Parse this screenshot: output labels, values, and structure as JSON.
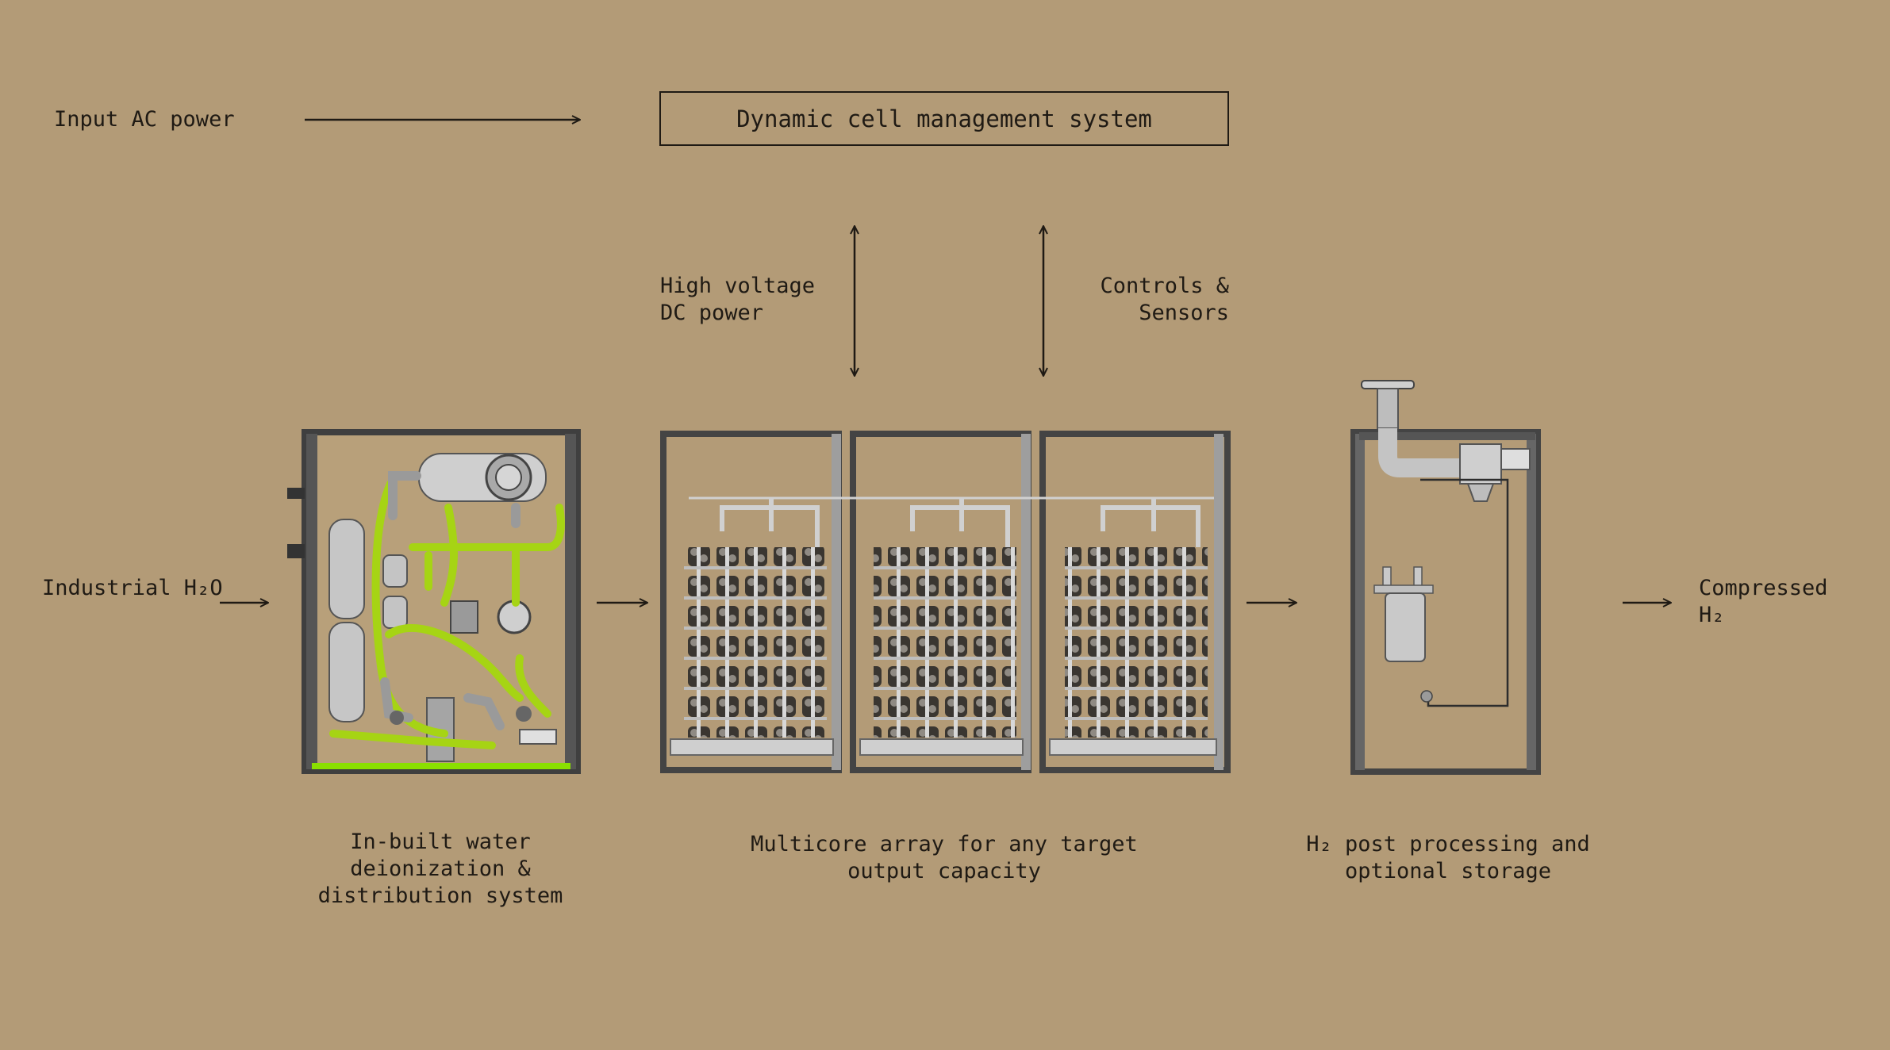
{
  "inputs": {
    "ac_power": "Input AC power",
    "water": "Industrial H₂O"
  },
  "control_box": {
    "title": "Dynamic cell management system"
  },
  "links": {
    "power": "High voltage\nDC power",
    "controls": "Controls &\nSensors"
  },
  "stages": {
    "deionization": "In-built water\ndeionization &\ndistribution system",
    "multicore": "Multicore array for any target\noutput capacity",
    "post_processing": "H₂ post processing and\noptional storage"
  },
  "output": {
    "label": "Compressed\nH₂"
  },
  "colors": {
    "background": "#b39b77",
    "ink": "#1f1a14",
    "pipe_green": "#a6d414",
    "frame_gray": "#4a4a4a",
    "metal": "#c9c9c9"
  },
  "icons": [
    "arrow-right-icon",
    "arrow-bidirectional-icon",
    "water-treatment-unit-image",
    "electrolyzer-core-image",
    "hydrogen-post-processing-image"
  ]
}
